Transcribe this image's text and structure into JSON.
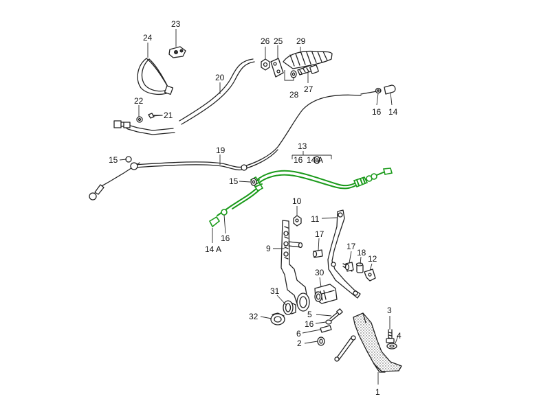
{
  "colors": {
    "line": "#222222",
    "highlight": "#1a9a1a",
    "background": "#ffffff"
  },
  "highlighted_part": "13",
  "callouts": {
    "c1": "1",
    "c2": "2",
    "c3": "3",
    "c4": "4",
    "c5": "5",
    "c6": "6",
    "c9": "9",
    "c10": "10",
    "c11": "11",
    "c12": "12",
    "c13": "13",
    "c14": "14",
    "c14a_bottom": "14 A",
    "c14a_bracket": "14 A",
    "c15_left": "15",
    "c15_mid": "15",
    "c16_bracket": "16",
    "c16_right": "16",
    "c16_left": "16",
    "c16_lower": "16",
    "c17_left": "17",
    "c17_right": "17",
    "c18": "18",
    "c19": "19",
    "c20": "20",
    "c21": "21",
    "c22": "22",
    "c23": "23",
    "c24": "24",
    "c25": "25",
    "c26": "26",
    "c27": "27",
    "c28": "28",
    "c29": "29",
    "c30": "30",
    "c31": "31",
    "c32": "32"
  }
}
